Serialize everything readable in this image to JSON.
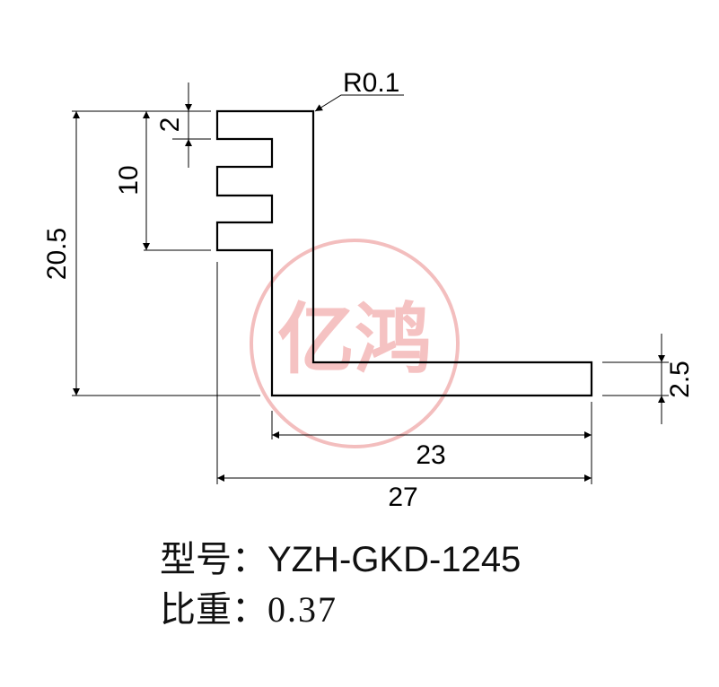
{
  "drawing": {
    "radius_label": "R0.1",
    "dim_fin_thickness": "2",
    "dim_fin_span": "10",
    "dim_total_height": "20.5",
    "dim_base_thickness": "2.5",
    "dim_inner_width": "23",
    "dim_total_width": "27"
  },
  "watermark": {
    "text": "亿鸿",
    "color": "#f2b8b8"
  },
  "caption": {
    "model_label": "型号：",
    "model_value": "YZH-GKD-1245",
    "ratio_label": "比重：",
    "ratio_value": "0.37"
  }
}
